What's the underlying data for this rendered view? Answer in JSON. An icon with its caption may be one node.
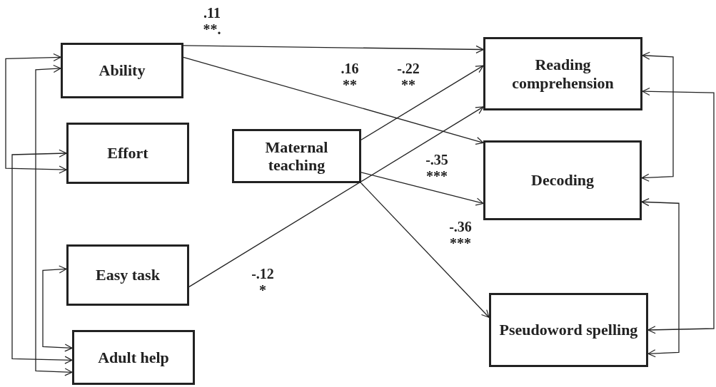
{
  "diagram": {
    "nodes": [
      {
        "text": [
          "Ability"
        ]
      },
      {
        "text": [
          "Effort"
        ]
      },
      {
        "text": [
          "Maternal teaching"
        ]
      },
      {
        "text": [
          "Easy task"
        ]
      },
      {
        "text": [
          "Adult help"
        ]
      },
      {
        "text": [
          "Reading comprehension"
        ]
      },
      {
        "text": [
          "Decoding"
        ]
      },
      {
        "text": [
          "Pseudoword spelling"
        ]
      }
    ],
    "edges": [
      {
        "from": 0,
        "to": 5,
        "arrow": "to",
        "label": ".11 **."
      },
      {
        "from": 0,
        "to": 6,
        "arrow": "to",
        "label": ".16 **"
      },
      {
        "from": 2,
        "to": 5,
        "arrow": "to",
        "label": "-.22 **"
      },
      {
        "from": 2,
        "to": 6,
        "arrow": "to",
        "label": "-.35 ***"
      },
      {
        "from": 2,
        "to": 7,
        "arrow": "to",
        "label": "-.36 ***"
      },
      {
        "from": 3,
        "to": 5,
        "arrow": "to",
        "label": "-.12 *"
      },
      {
        "from": 0,
        "to": 1,
        "arrow": "both"
      },
      {
        "from": 0,
        "to": 4,
        "arrow": "both"
      },
      {
        "from": 1,
        "to": 4,
        "arrow": "both"
      },
      {
        "from": 3,
        "to": 4,
        "arrow": "both"
      },
      {
        "from": 5,
        "to": 6,
        "arrow": "both"
      },
      {
        "from": 5,
        "to": 7,
        "arrow": "both"
      },
      {
        "from": 6,
        "to": 7,
        "arrow": "both"
      }
    ]
  }
}
